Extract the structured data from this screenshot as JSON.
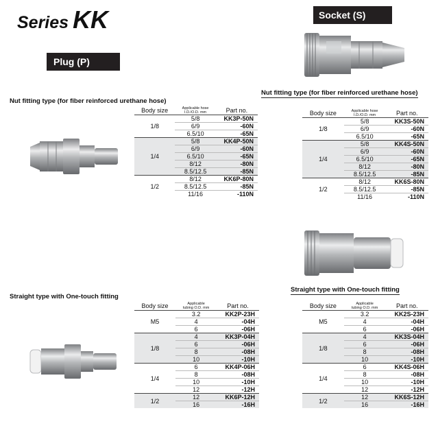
{
  "series": {
    "prefix": "Series",
    "name": "KK"
  },
  "plug": {
    "label": "Plug (P)",
    "nut_title": "Nut fitting type (for fiber reinforced urethane hose)",
    "straight_title": "Straight type with One-touch fitting"
  },
  "socket": {
    "label": "Socket (S)",
    "nut_title": "Nut fitting type (for fiber reinforced urethane hose)",
    "straight_title": "Straight type with One-touch fitting"
  },
  "headers": {
    "body_size": "Body size",
    "hose_line1": "Applicable hose",
    "hose_line2": "I.D./O.D. mm",
    "tubing_line1": "Applicable",
    "tubing_line2": "tubing O.D. mm",
    "part_no": "Part no."
  },
  "plug_nut": [
    {
      "body": "1/8",
      "rows": [
        {
          "size": "5/8",
          "part": "KK3P-50N"
        },
        {
          "size": "6/9",
          "part": "-60N"
        },
        {
          "size": "6.5/10",
          "part": "-65N"
        }
      ]
    },
    {
      "body": "1/4",
      "rows": [
        {
          "size": "5/8",
          "part": "KK4P-50N"
        },
        {
          "size": "6/9",
          "part": "-60N"
        },
        {
          "size": "6.5/10",
          "part": "-65N"
        },
        {
          "size": "8/12",
          "part": "-80N"
        },
        {
          "size": "8.5/12.5",
          "part": "-85N"
        }
      ]
    },
    {
      "body": "1/2",
      "rows": [
        {
          "size": "8/12",
          "part": "KK6P-80N"
        },
        {
          "size": "8.5/12.5",
          "part": "-85N"
        },
        {
          "size": "11/16",
          "part": "-110N"
        }
      ]
    }
  ],
  "socket_nut": [
    {
      "body": "1/8",
      "rows": [
        {
          "size": "5/8",
          "part": "KK3S-50N"
        },
        {
          "size": "6/9",
          "part": "-60N"
        },
        {
          "size": "6.5/10",
          "part": "-65N"
        }
      ]
    },
    {
      "body": "1/4",
      "rows": [
        {
          "size": "5/8",
          "part": "KK4S-50N"
        },
        {
          "size": "6/9",
          "part": "-60N"
        },
        {
          "size": "6.5/10",
          "part": "-65N"
        },
        {
          "size": "8/12",
          "part": "-80N"
        },
        {
          "size": "8.5/12.5",
          "part": "-85N"
        }
      ]
    },
    {
      "body": "1/2",
      "rows": [
        {
          "size": "8/12",
          "part": "KK6S-80N"
        },
        {
          "size": "8.5/12.5",
          "part": "-85N"
        },
        {
          "size": "11/16",
          "part": "-110N"
        }
      ]
    }
  ],
  "plug_straight": [
    {
      "body": "M5",
      "rows": [
        {
          "size": "3.2",
          "part": "KK2P-23H"
        },
        {
          "size": "4",
          "part": "-04H"
        },
        {
          "size": "6",
          "part": "-06H"
        }
      ]
    },
    {
      "body": "1/8",
      "rows": [
        {
          "size": "4",
          "part": "KK3P-04H"
        },
        {
          "size": "6",
          "part": "-06H"
        },
        {
          "size": "8",
          "part": "-08H"
        },
        {
          "size": "10",
          "part": "-10H"
        }
      ]
    },
    {
      "body": "1/4",
      "rows": [
        {
          "size": "6",
          "part": "KK4P-06H"
        },
        {
          "size": "8",
          "part": "-08H"
        },
        {
          "size": "10",
          "part": "-10H"
        },
        {
          "size": "12",
          "part": "-12H"
        }
      ]
    },
    {
      "body": "1/2",
      "rows": [
        {
          "size": "12",
          "part": "KK6P-12H"
        },
        {
          "size": "16",
          "part": "-16H"
        }
      ]
    }
  ],
  "socket_straight": [
    {
      "body": "M5",
      "rows": [
        {
          "size": "3.2",
          "part": "KK2S-23H"
        },
        {
          "size": "4",
          "part": "-04H"
        },
        {
          "size": "6",
          "part": "-06H"
        }
      ]
    },
    {
      "body": "1/8",
      "rows": [
        {
          "size": "4",
          "part": "KK3S-04H"
        },
        {
          "size": "6",
          "part": "-06H"
        },
        {
          "size": "8",
          "part": "-08H"
        },
        {
          "size": "10",
          "part": "-10H"
        }
      ]
    },
    {
      "body": "1/4",
      "rows": [
        {
          "size": "6",
          "part": "KK4S-06H"
        },
        {
          "size": "8",
          "part": "-08H"
        },
        {
          "size": "10",
          "part": "-10H"
        },
        {
          "size": "12",
          "part": "-12H"
        }
      ]
    },
    {
      "body": "1/2",
      "rows": [
        {
          "size": "12",
          "part": "KK6S-12H"
        },
        {
          "size": "16",
          "part": "-16H"
        }
      ]
    }
  ]
}
